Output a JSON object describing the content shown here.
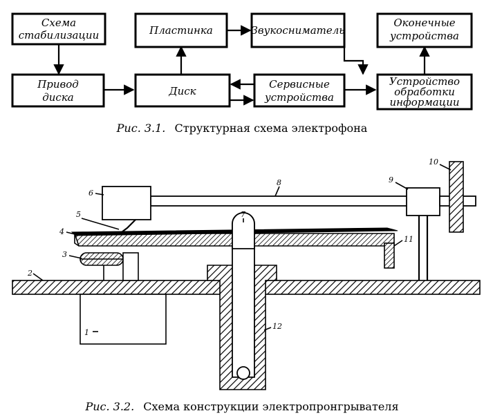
{
  "figure1": {
    "blocks": {
      "stabilization": [
        "Схема",
        "стабилизации"
      ],
      "plate": [
        "Пластинка"
      ],
      "pickup": [
        "Звукосниматель"
      ],
      "terminal": [
        "Оконечные",
        "устройства"
      ],
      "drive": [
        "Привод",
        "диска"
      ],
      "disc": [
        "Диск"
      ],
      "service": [
        "Сервисные",
        "устройства"
      ],
      "processing": [
        "Устройство",
        "обработки",
        "информации"
      ]
    },
    "caption": {
      "label": "Рис. 3.1.",
      "text": "Структурная схема электрофона"
    }
  },
  "figure2": {
    "labels": [
      "1",
      "2",
      "3",
      "4",
      "5",
      "6",
      "7",
      "8",
      "9",
      "10",
      "11",
      "12"
    ],
    "caption": {
      "label": "Рис. 3.2.",
      "text": "Схема конструкции электропронгрывателя"
    }
  }
}
